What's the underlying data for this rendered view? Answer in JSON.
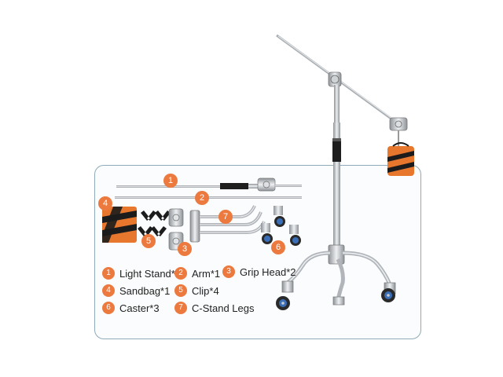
{
  "callouts": {
    "c1": "1",
    "c2": "2",
    "c3": "3",
    "c4": "4",
    "c5": "5",
    "c6": "6",
    "c7": "7"
  },
  "legend": [
    {
      "num": "1",
      "label": "Light Stand*1"
    },
    {
      "num": "2",
      "label": "Arm*1"
    },
    {
      "num": "3",
      "label": "Grip Head*2"
    },
    {
      "num": "4",
      "label": "Sandbag*1"
    },
    {
      "num": "5",
      "label": "Clip*4"
    },
    {
      "num": "6",
      "label": "Caster*3"
    },
    {
      "num": "7",
      "label": "C-Stand Legs"
    }
  ],
  "colors": {
    "accent": "#ec7a3f",
    "sandbag_orange": "#e8772e",
    "sandbag_black": "#1c1c1c",
    "chrome": "#b9bdc1",
    "panel_border": "#8faab8"
  }
}
